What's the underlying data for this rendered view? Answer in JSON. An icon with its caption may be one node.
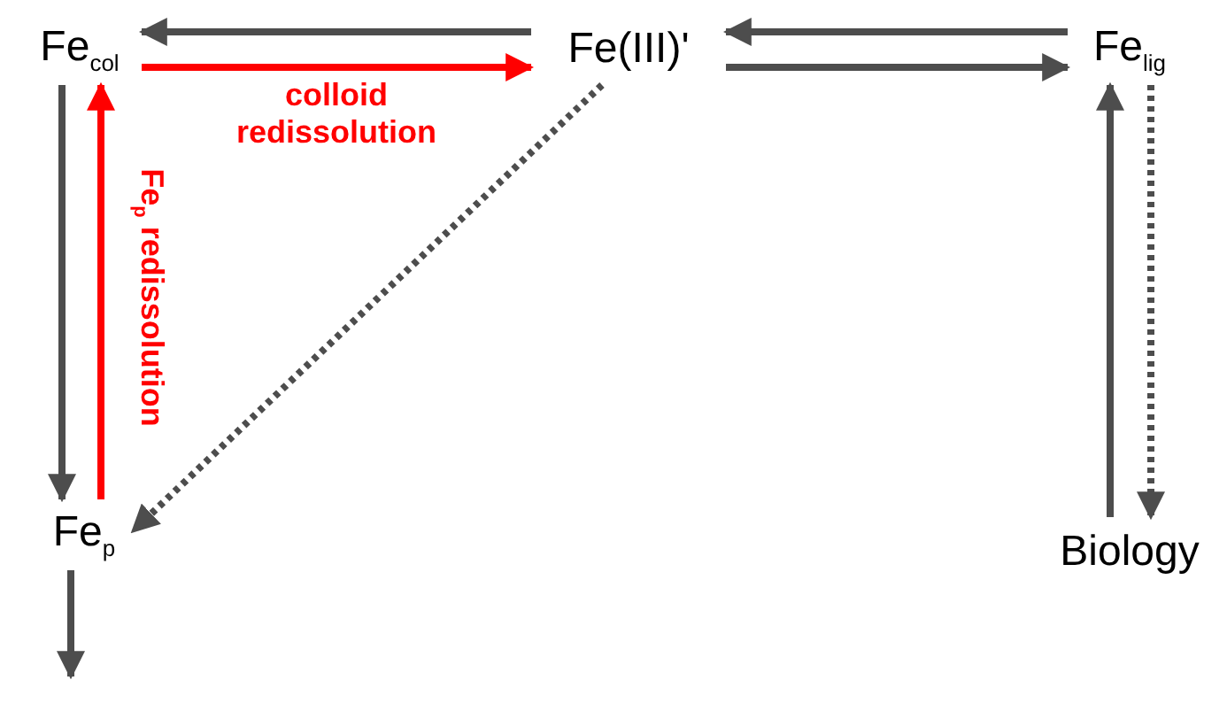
{
  "diagram": {
    "nodes": [
      {
        "text": [
          "Fe$_{col}$"
        ]
      },
      {
        "text": [
          "Fe(III)'"
        ]
      },
      {
        "text": [
          "Fe$_{lig}$"
        ]
      },
      {
        "text": [
          "Fe$_{p}$"
        ]
      },
      {
        "text": [
          "Biology"
        ]
      }
    ],
    "edges": [
      {
        "from": 1,
        "to": 0,
        "arrow": "to"
      },
      {
        "from": 0,
        "to": 1,
        "arrow": "to",
        "label": "colloid redissolution",
        "color": "#ff0000"
      },
      {
        "from": 2,
        "to": 1,
        "arrow": "to"
      },
      {
        "from": 1,
        "to": 2,
        "arrow": "to"
      },
      {
        "from": 0,
        "to": 3,
        "arrow": "to"
      },
      {
        "from": 3,
        "to": 0,
        "arrow": "to",
        "label": "Fe$_{p}$ redissolution",
        "color": "#ff0000"
      },
      {
        "from": 1,
        "to": 3,
        "arrow": "to",
        "style": "dashed"
      },
      {
        "from": 4,
        "to": 2,
        "arrow": "to"
      },
      {
        "from": 2,
        "to": 4,
        "arrow": "to",
        "style": "dashed"
      },
      {
        "from": 3,
        "to": null,
        "arrow": "to"
      }
    ]
  }
}
